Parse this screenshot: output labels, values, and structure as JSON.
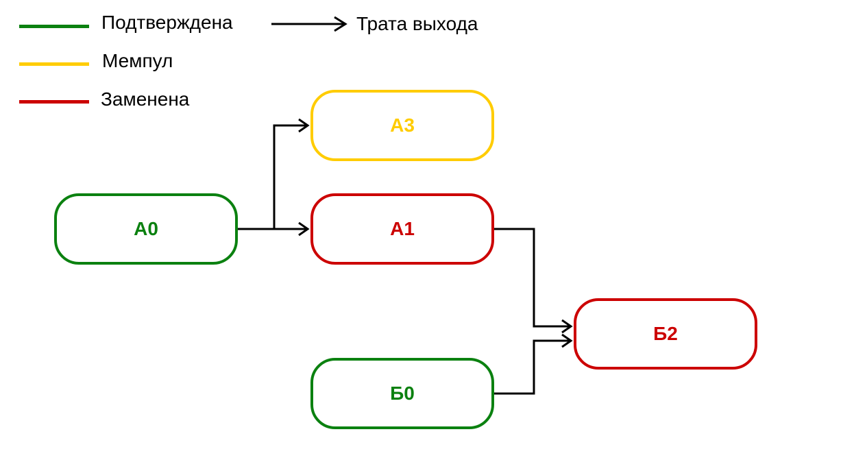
{
  "colors": {
    "confirmed": "#0b8110",
    "mempool": "#ffcc00",
    "replaced": "#cc0000",
    "edge": "#000000"
  },
  "legend": {
    "confirmed": "Подтверждена",
    "mempool": "Мемпул",
    "replaced": "Заменена",
    "spend": "Трата выхода"
  },
  "nodes": {
    "a0": {
      "label": "A0",
      "status": "confirmed"
    },
    "a3": {
      "label": "A3",
      "status": "mempool"
    },
    "a1": {
      "label": "A1",
      "status": "replaced"
    },
    "b2": {
      "label": "Б2",
      "status": "replaced"
    },
    "b0": {
      "label": "Б0",
      "status": "confirmed"
    }
  },
  "edges": [
    {
      "from": "A0",
      "to": "A3"
    },
    {
      "from": "A0",
      "to": "A1"
    },
    {
      "from": "A1",
      "to": "Б2"
    },
    {
      "from": "Б0",
      "to": "Б2"
    }
  ]
}
